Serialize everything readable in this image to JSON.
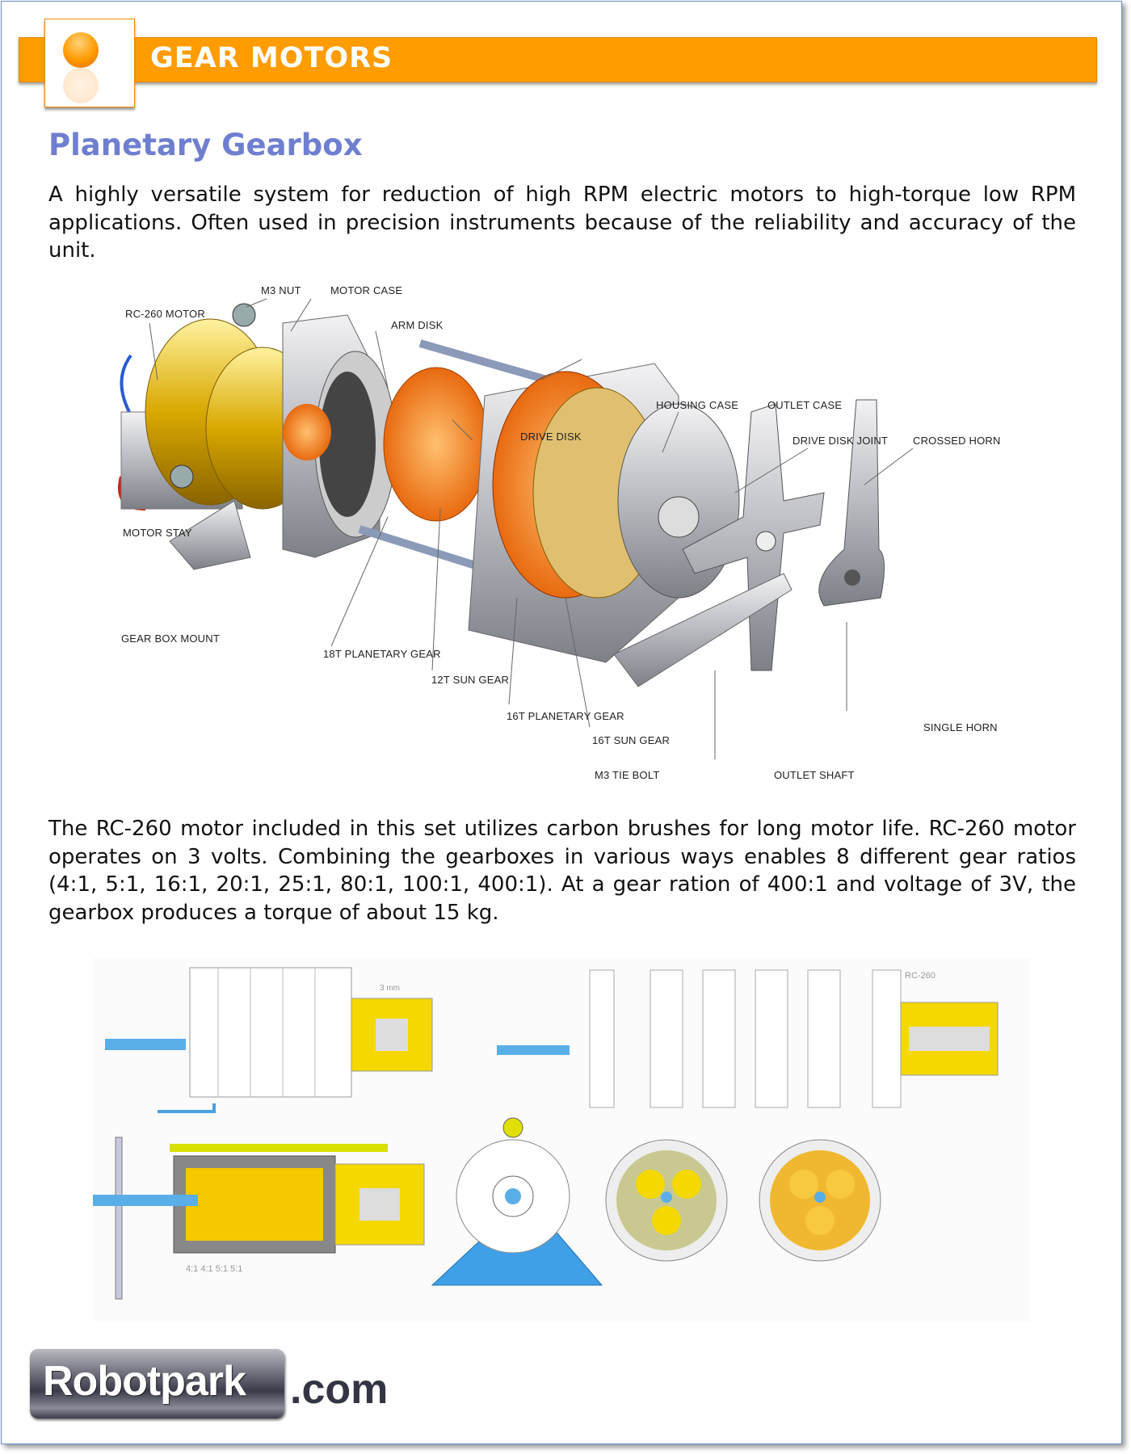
{
  "header": {
    "title": "GEAR MOTORS",
    "accent_color": "#ff9c00"
  },
  "section_title": "Planetary Gearbox",
  "intro": "A highly versatile system for reduction of high RPM electric motors to high-torque low RPM applications. Often used in precision instruments because of the reliability and accuracy of the unit.",
  "diagram_labels": {
    "m3_nut": "M3 NUT",
    "motor_case": "MOTOR CASE",
    "rc260_motor": "RC-260 MOTOR",
    "arm_disk": "ARM DISK",
    "housing_case": "HOUSING CASE",
    "outlet_case": "OUTLET CASE",
    "drive_disk": "DRIVE DISK",
    "drive_disk_joint": "DRIVE DISK JOINT",
    "crossed_horn": "CROSSED HORN",
    "motor_stay": "MOTOR STAY",
    "gear_box_mount": "GEAR BOX MOUNT",
    "planetary_18t": "18T PLANETARY GEAR",
    "sun_12t": "12T SUN GEAR",
    "planetary_16t": "16T PLANETARY GEAR",
    "sun_16t": "16T SUN GEAR",
    "single_horn": "SINGLE HORN",
    "m3_tie_bolt": "M3 TIE BOLT",
    "outlet_shaft": "OUTLET SHAFT"
  },
  "body": "The RC-260 motor included in this set utilizes carbon brushes for long motor life. RC-260 motor operates on 3 volts. Combining the gearboxes in various ways enables 8 different gear ratios (4:1, 5:1, 16:1, 20:1, 25:1, 80:1, 100:1, 400:1). At a gear ration of 400:1 and voltage of 3V, the gearbox produces a torque of about 15 kg.",
  "illustration_labels": {
    "motor": "RC-260",
    "ratios": "4:1  4:1  5:1  5:1",
    "dim": "3 mm"
  },
  "logo": {
    "name": "Robotpark",
    "suffix": ".com"
  }
}
